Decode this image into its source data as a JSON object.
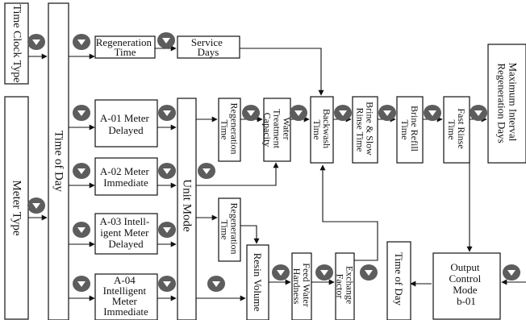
{
  "colors": {
    "line": "#111111",
    "button": "#5d5d5d",
    "background": "#ffffff"
  },
  "icons": {
    "step_button": "rightward-pointing-down-arrow-badge"
  },
  "diagram": {
    "time_clock_type": "Time Clock Type",
    "meter_type": "Meter Type",
    "time_of_day_main": "Time of Day",
    "unit_mode": "Unit Mode",
    "regeneration_time_top": [
      "Regeneration",
      "Time"
    ],
    "service_days": [
      "Service",
      "Days"
    ],
    "a01": [
      "A-01 Meter",
      "Delayed"
    ],
    "a02": [
      "A-02 Meter",
      "Immediate"
    ],
    "a03": [
      "A-03 Intell-",
      "igent Meter",
      "Delayed"
    ],
    "a04": [
      "A-04",
      "Intelligent",
      "Meter",
      "Immediate"
    ],
    "regeneration_time_a": [
      "Regeneration",
      "Time"
    ],
    "water_treatment_capacity": [
      "Water",
      "Treatment",
      "Capacity"
    ],
    "backwash_time": [
      "Backwash",
      "Time"
    ],
    "brine_slow_rinse": [
      "Brine & Slow",
      "Rinse Time"
    ],
    "brine_refill": [
      "Brine Refill",
      "Time"
    ],
    "fast_rinse": [
      "Fast Rinse",
      "Time"
    ],
    "max_interval": [
      "Maximum Interval",
      "Regeneration Days"
    ],
    "regeneration_time_b": [
      "Regeneration",
      "Time"
    ],
    "resin_volume": "Resin Volume",
    "feed_water_hardness": [
      "Feed Water",
      "Hardness"
    ],
    "exchange_factor": [
      "Exchange",
      "Factor"
    ],
    "time_of_day_end": "Time of Day",
    "output_control_mode": [
      "Output",
      "Control",
      "Mode",
      "b-01"
    ]
  }
}
